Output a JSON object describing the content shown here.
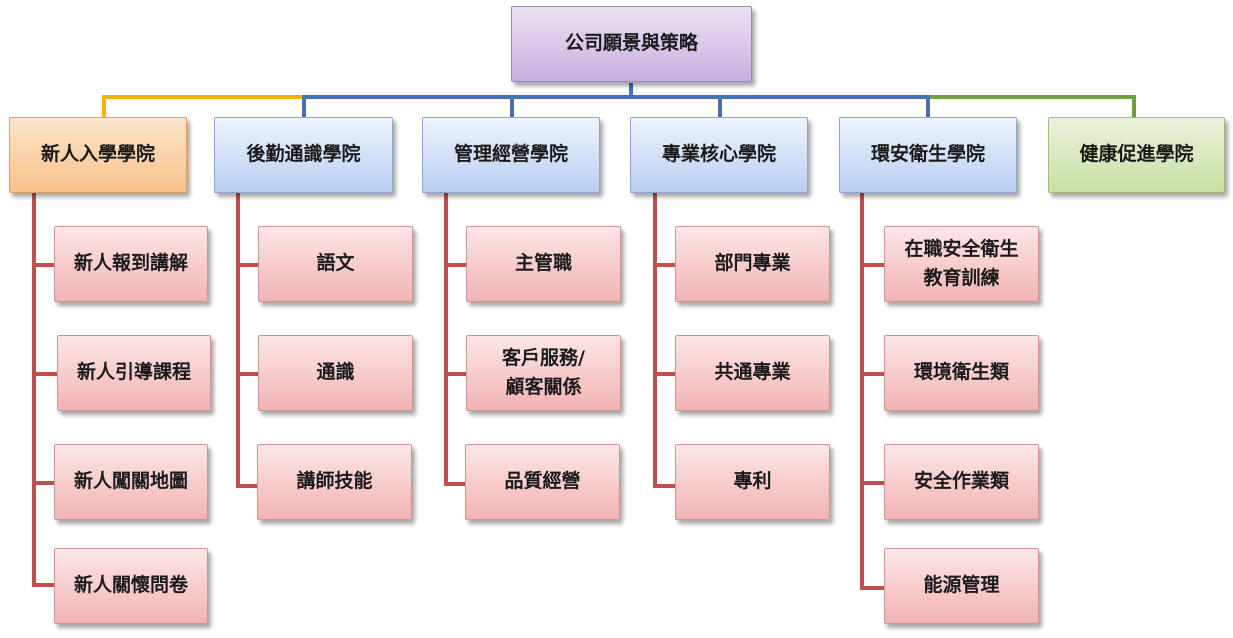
{
  "root": {
    "label": "公司願景與策略"
  },
  "colors": {
    "connector_yellow": "#f0b400",
    "connector_blue": "#4a6fb5",
    "connector_green": "#6f9f3c",
    "connector_red": "#c0504d"
  },
  "academies": [
    {
      "label": "新人入學學院",
      "courses": [
        "新人報到講解",
        "新人引導課程",
        "新人闖關地圖",
        "新人關懷問卷"
      ]
    },
    {
      "label": "後勤通識學院",
      "courses": [
        "語文",
        "通識",
        "講師技能"
      ]
    },
    {
      "label": "管理經營學院",
      "courses": [
        "主管職",
        "客戶服務/\n顧客關係",
        "品質經營"
      ]
    },
    {
      "label": "專業核心學院",
      "courses": [
        "部門專業",
        "共通專業",
        "專利"
      ]
    },
    {
      "label": "環安衛生學院",
      "courses": [
        "在職安全衛生\n教育訓練",
        "環境衛生類",
        "安全作業類",
        "能源管理"
      ]
    },
    {
      "label": "健康促進學院",
      "courses": []
    }
  ]
}
